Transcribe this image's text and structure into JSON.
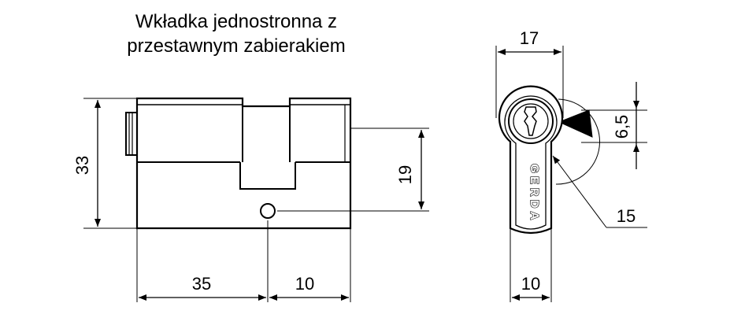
{
  "title": {
    "line1": "Wkładka jednostronna z",
    "line2": "przestawnym zabierakiem"
  },
  "side_view": {
    "dim_height": "33",
    "dim_cam_height": "19",
    "dim_length_left": "35",
    "dim_length_right": "10"
  },
  "front_view": {
    "dim_width_top": "17",
    "dim_cam": "6,5",
    "dim_radius": "15",
    "dim_width_bottom": "10",
    "brand_letters": [
      "G",
      "E",
      "R",
      "D",
      "A"
    ]
  },
  "colors": {
    "line": "#000000",
    "background": "#ffffff"
  }
}
